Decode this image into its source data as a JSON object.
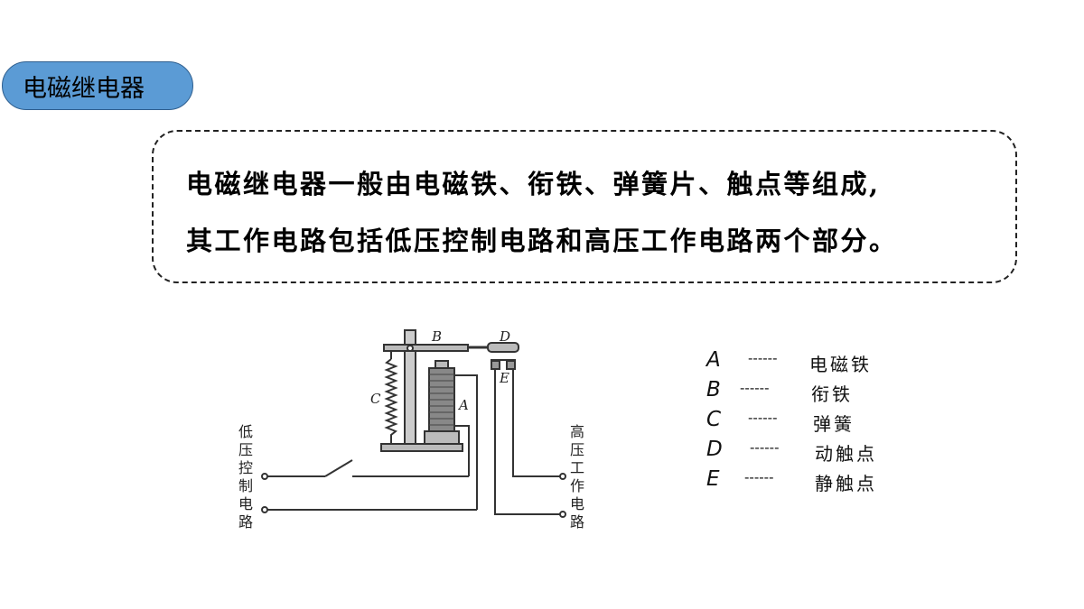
{
  "title": "电磁继电器",
  "intro": {
    "line1": "电磁继电器一般由电磁铁、衔铁、弹簧片、触点等组成,",
    "line2": "其工作电路包括低压控制电路和高压工作电路两个部分。"
  },
  "diagram": {
    "letters": {
      "A": "A",
      "B": "B",
      "C": "C",
      "D": "D",
      "E": "E"
    },
    "left_label": [
      "低",
      "压",
      "控",
      "制",
      "电",
      "路"
    ],
    "right_label": [
      "高",
      "压",
      "工",
      "作",
      "电",
      "路"
    ]
  },
  "legend": [
    {
      "letter": "A",
      "dash": "------",
      "name": "电磁铁"
    },
    {
      "letter": "B",
      "dash": "------",
      "name": "衔铁"
    },
    {
      "letter": "C",
      "dash": "------",
      "name": "弹簧"
    },
    {
      "letter": "D",
      "dash": "------",
      "name": "动触点"
    },
    {
      "letter": "E",
      "dash": "------",
      "name": "静触点"
    }
  ]
}
